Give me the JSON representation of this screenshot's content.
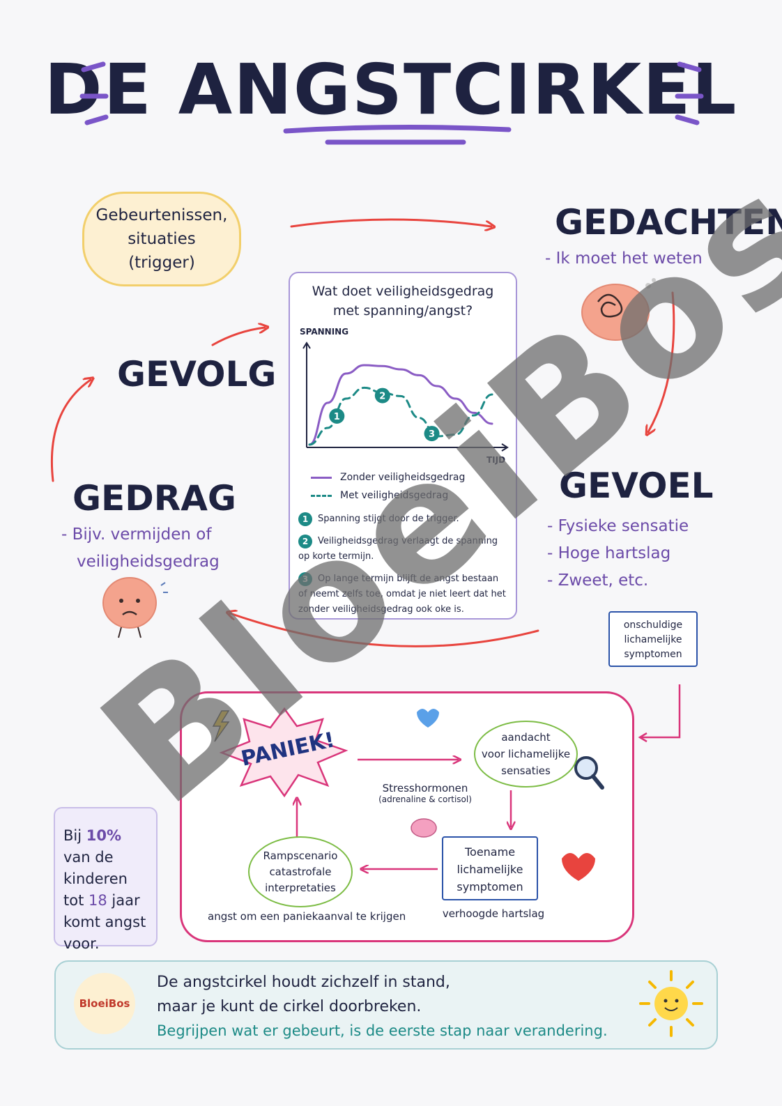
{
  "title": "DE ANGSTCIRKEL",
  "trigger": {
    "line1": "Gebeurtenissen,",
    "line2": "situaties",
    "line3": "(trigger)"
  },
  "gedachten": {
    "heading": "GEDACHTEN",
    "example": "- Ik moet het weten"
  },
  "gevoel": {
    "heading": "GEVOEL",
    "items": [
      "- Fysieke sensatie",
      "- Hoge hartslag",
      "- Zweet, etc."
    ]
  },
  "gedrag": {
    "heading": "GEDRAG",
    "line1": "- Bijv. vermijden of",
    "line2": "veiligheidsgedrag"
  },
  "gevolg": {
    "heading": "GEVOLG"
  },
  "chart_card": {
    "question_line1": "Wat doet veiligheidsgedrag",
    "question_line2": "met spanning/angst?",
    "legend_solid": "Zonder veiligheidsgedrag",
    "legend_dashed": "Met veiligheidsgedrag",
    "notes": [
      {
        "num": "1",
        "text": "Spanning stijgt door de trigger."
      },
      {
        "num": "2",
        "text": "Veiligheidsgedrag verlaagt de spanning op korte termijn."
      },
      {
        "num": "3",
        "text": "Op lange termijn blijft de angst bestaan of neemt zelfs toe, omdat je niet leert dat het zonder veiligheidsgedrag ook oke is."
      }
    ]
  },
  "chart_data": {
    "type": "line",
    "xlabel": "TIJD",
    "ylabel": "SPANNING",
    "x": [
      0,
      1,
      2,
      3,
      4,
      5,
      6,
      7,
      8,
      9,
      10
    ],
    "series": [
      {
        "name": "Zonder veiligheidsgedrag",
        "style": "solid",
        "color": "#8a5cc4",
        "values": [
          0,
          5,
          8.5,
          9.5,
          9.4,
          9.0,
          8.3,
          7.0,
          5.5,
          3.8,
          2.5
        ]
      },
      {
        "name": "Met veiligheidsgedrag",
        "style": "dashed",
        "color": "#1c8a86",
        "values": [
          0,
          2,
          5.5,
          6.8,
          6.2,
          5.8,
          3.2,
          1.0,
          1.2,
          3.5,
          6.0
        ]
      }
    ],
    "markers": [
      {
        "label": "1",
        "x": 1.5
      },
      {
        "label": "2",
        "x": 4.0
      },
      {
        "label": "3",
        "x": 6.7
      }
    ],
    "ylim": [
      0,
      10
    ],
    "grid": false
  },
  "innocent_symptoms": {
    "line1": "onschuldige",
    "line2": "lichamelijke",
    "line3": "symptomen"
  },
  "panic_cycle": {
    "panic": "PANIEK!",
    "attention": {
      "line1": "aandacht",
      "line2": "voor lichamelijke",
      "line3": "sensaties"
    },
    "stress": {
      "line1": "Stresshormonen",
      "line2": "(adrenaline & cortisol)"
    },
    "increase": {
      "line1": "Toename",
      "line2": "lichamelijke",
      "line3": "symptomen"
    },
    "heart_rate": "verhoogde hartslag",
    "catastrophe": {
      "line1": "Rampscenario",
      "line2": "catastrofale",
      "line3": "interpretaties"
    },
    "fear_of_attack": "angst om een paniekaanval te krijgen"
  },
  "stat": {
    "prefix": "Bij",
    "percent": "10%",
    "line2": "van de kinderen",
    "line3_pre": "tot ",
    "age": "18",
    "line3_post": " jaar",
    "line4": "komt angst",
    "line5": "voor."
  },
  "footer": {
    "logo": "BloeiBos",
    "line1": "De angstcirkel houdt zichzelf in stand,",
    "line2": "maar je kunt de cirkel doorbreken.",
    "line3": "Begrijpen wat er gebeurt, is de eerste stap naar verandering."
  },
  "watermark": "BloeiBos",
  "colors": {
    "accent_purple": "#7a55c8",
    "arrow_red": "#e8443e",
    "panic_pink": "#d9357a",
    "teal": "#1c8a86",
    "navy": "#1e2240"
  }
}
